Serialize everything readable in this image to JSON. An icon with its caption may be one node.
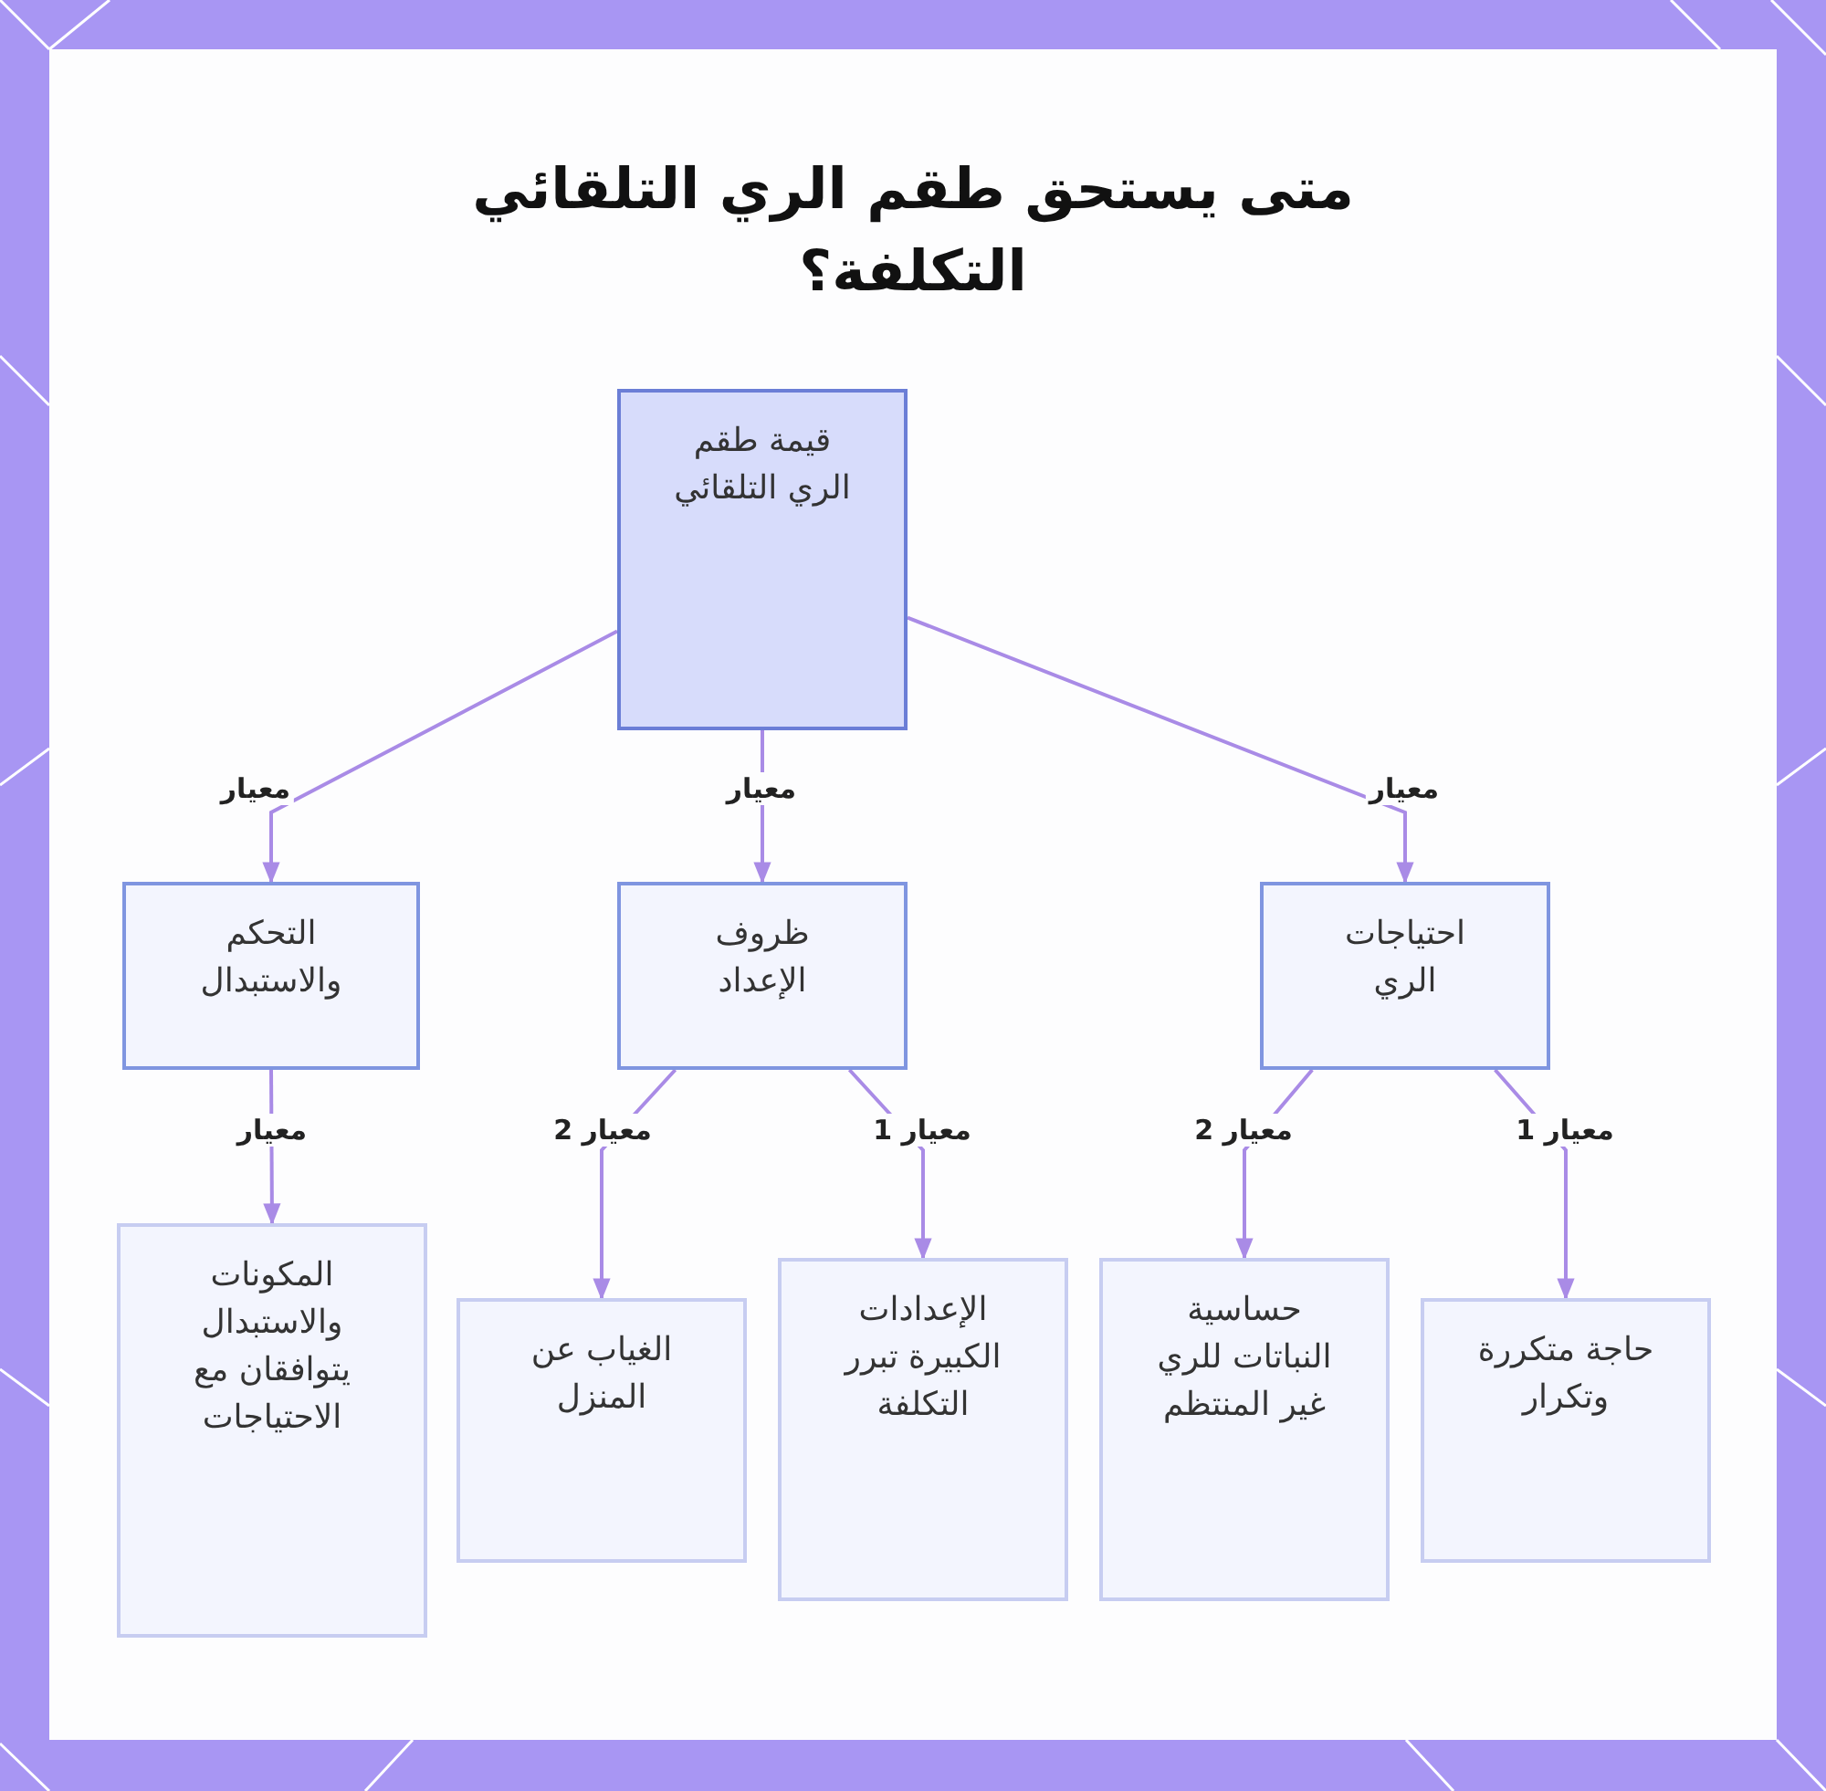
{
  "diagram": {
    "title": "متى يستحق طقم الري التلقائي التكلفة؟",
    "nodes": [
      {
        "text": [
          "قيمة طقم الري التلقائي"
        ]
      },
      {
        "text": [
          "التحكم والاستبدال"
        ]
      },
      {
        "text": [
          "ظروف الإعداد"
        ]
      },
      {
        "text": [
          "احتياجات الري"
        ]
      },
      {
        "text": [
          "المكونات والاستبدال يتوافقان مع الاحتياجات"
        ]
      },
      {
        "text": [
          "الغياب عن المنزل"
        ]
      },
      {
        "text": [
          "الإعدادات الكبيرة تبرر التكلفة"
        ]
      },
      {
        "text": [
          "حساسية النباتات للري غير المنتظم"
        ]
      },
      {
        "text": [
          "حاجة متكررة وتكرار"
        ]
      }
    ],
    "edges": [
      {
        "from": 0,
        "to": 1,
        "arrow": "to",
        "label": "معيار"
      },
      {
        "from": 0,
        "to": 2,
        "arrow": "to",
        "label": "معيار"
      },
      {
        "from": 0,
        "to": 3,
        "arrow": "to",
        "label": "معيار"
      },
      {
        "from": 1,
        "to": 4,
        "arrow": "to",
        "label": "معيار"
      },
      {
        "from": 2,
        "to": 5,
        "arrow": "to",
        "label": "معيار 2"
      },
      {
        "from": 2,
        "to": 6,
        "arrow": "to",
        "label": "معيار 1"
      },
      {
        "from": 3,
        "to": 7,
        "arrow": "to",
        "label": "معيار 2"
      },
      {
        "from": 3,
        "to": 8,
        "arrow": "to",
        "label": "معيار 1"
      }
    ]
  }
}
